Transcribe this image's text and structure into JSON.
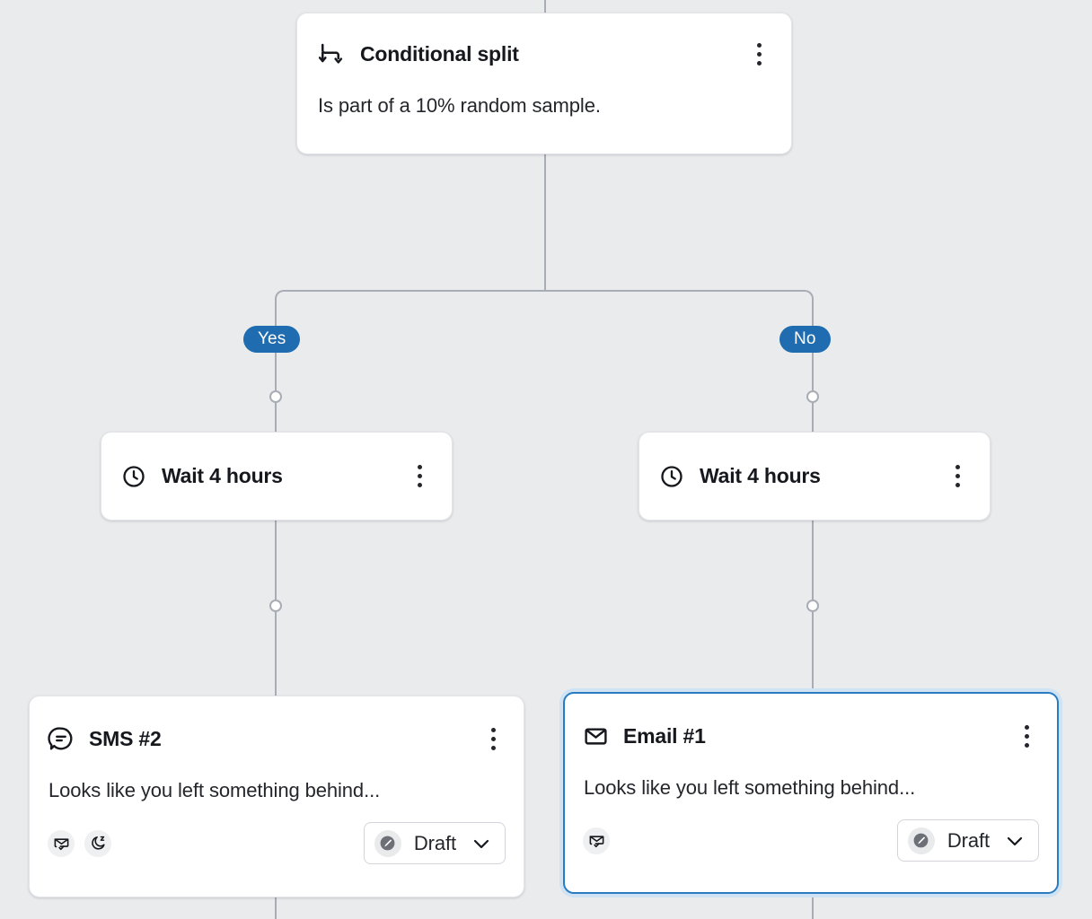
{
  "canvas": {
    "background": "#eaebed",
    "connector_color": "#a8acb5",
    "selection_color": "#2a7bc0",
    "branch_pill_color": "#1f6cb0"
  },
  "nodes": {
    "split": {
      "icon": "conditional-split-icon",
      "title": "Conditional split",
      "description": "Is part of a 10% random sample.",
      "menu_icon": "kebab-menu-icon"
    },
    "wait_yes": {
      "icon": "clock-icon",
      "title": "Wait 4 hours",
      "menu_icon": "kebab-menu-icon"
    },
    "wait_no": {
      "icon": "clock-icon",
      "title": "Wait 4 hours",
      "menu_icon": "kebab-menu-icon"
    },
    "sms": {
      "icon": "sms-bubble-icon",
      "title": "SMS #2",
      "preview": "Looks like you left something behind...",
      "menu_icon": "kebab-menu-icon",
      "badges": [
        "envelope-check-icon",
        "quiet-hours-moon-icon"
      ],
      "status": {
        "icon": "draft-pencil-icon",
        "label": "Draft",
        "chevron": "chevron-down-icon"
      },
      "selected": false
    },
    "email": {
      "icon": "envelope-icon",
      "title": "Email #1",
      "preview": "Looks like you left something behind...",
      "menu_icon": "kebab-menu-icon",
      "badges": [
        "envelope-check-icon"
      ],
      "status": {
        "icon": "draft-pencil-icon",
        "label": "Draft",
        "chevron": "chevron-down-icon"
      },
      "selected": true
    }
  },
  "branches": {
    "yes_label": "Yes",
    "no_label": "No"
  }
}
